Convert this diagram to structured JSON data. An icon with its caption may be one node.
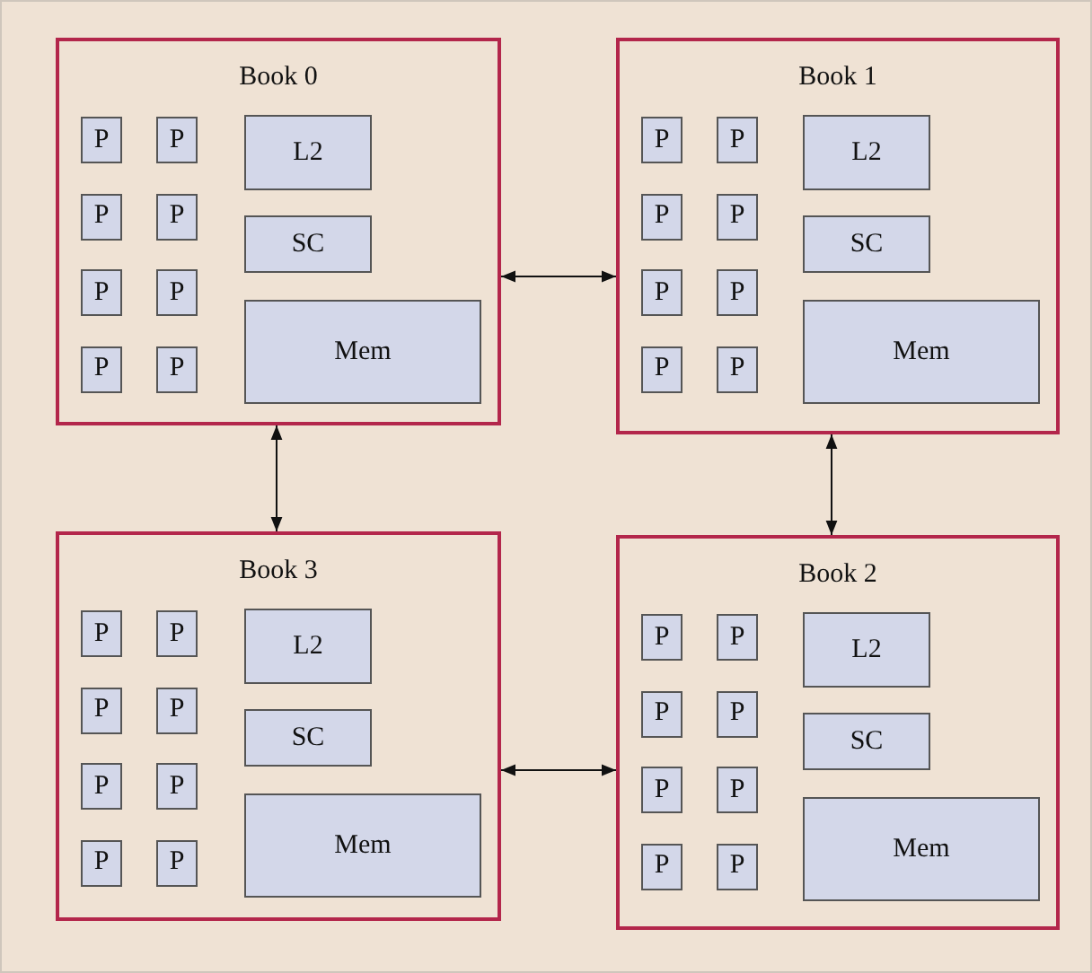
{
  "diagram": {
    "nodes": [
      {
        "text": [
          "Book 0"
        ]
      },
      {
        "text": [
          "P"
        ],
        "in": 0
      },
      {
        "text": [
          "P"
        ],
        "in": 0
      },
      {
        "text": [
          "P"
        ],
        "in": 0
      },
      {
        "text": [
          "P"
        ],
        "in": 0
      },
      {
        "text": [
          "P"
        ],
        "in": 0
      },
      {
        "text": [
          "P"
        ],
        "in": 0
      },
      {
        "text": [
          "P"
        ],
        "in": 0
      },
      {
        "text": [
          "P"
        ],
        "in": 0
      },
      {
        "text": [
          "L2"
        ],
        "in": 0
      },
      {
        "text": [
          "SC"
        ],
        "in": 0
      },
      {
        "text": [
          "Mem"
        ],
        "in": 0
      },
      {
        "text": [
          "Book 1"
        ]
      },
      {
        "text": [
          "P"
        ],
        "in": 12
      },
      {
        "text": [
          "P"
        ],
        "in": 12
      },
      {
        "text": [
          "P"
        ],
        "in": 12
      },
      {
        "text": [
          "P"
        ],
        "in": 12
      },
      {
        "text": [
          "P"
        ],
        "in": 12
      },
      {
        "text": [
          "P"
        ],
        "in": 12
      },
      {
        "text": [
          "P"
        ],
        "in": 12
      },
      {
        "text": [
          "P"
        ],
        "in": 12
      },
      {
        "text": [
          "L2"
        ],
        "in": 12
      },
      {
        "text": [
          "SC"
        ],
        "in": 12
      },
      {
        "text": [
          "Mem"
        ],
        "in": 12
      },
      {
        "text": [
          "Book 3"
        ]
      },
      {
        "text": [
          "P"
        ],
        "in": 24
      },
      {
        "text": [
          "P"
        ],
        "in": 24
      },
      {
        "text": [
          "P"
        ],
        "in": 24
      },
      {
        "text": [
          "P"
        ],
        "in": 24
      },
      {
        "text": [
          "P"
        ],
        "in": 24
      },
      {
        "text": [
          "P"
        ],
        "in": 24
      },
      {
        "text": [
          "P"
        ],
        "in": 24
      },
      {
        "text": [
          "P"
        ],
        "in": 24
      },
      {
        "text": [
          "L2"
        ],
        "in": 24
      },
      {
        "text": [
          "SC"
        ],
        "in": 24
      },
      {
        "text": [
          "Mem"
        ],
        "in": 24
      },
      {
        "text": [
          "Book 2"
        ]
      },
      {
        "text": [
          "P"
        ],
        "in": 36
      },
      {
        "text": [
          "P"
        ],
        "in": 36
      },
      {
        "text": [
          "P"
        ],
        "in": 36
      },
      {
        "text": [
          "P"
        ],
        "in": 36
      },
      {
        "text": [
          "P"
        ],
        "in": 36
      },
      {
        "text": [
          "P"
        ],
        "in": 36
      },
      {
        "text": [
          "P"
        ],
        "in": 36
      },
      {
        "text": [
          "P"
        ],
        "in": 36
      },
      {
        "text": [
          "L2"
        ],
        "in": 36
      },
      {
        "text": [
          "SC"
        ],
        "in": 36
      },
      {
        "text": [
          "Mem"
        ],
        "in": 36
      }
    ],
    "edges": [
      {
        "from": 0,
        "to": 12,
        "arrow": "both"
      },
      {
        "from": 0,
        "to": 24,
        "arrow": "both"
      },
      {
        "from": 12,
        "to": 36,
        "arrow": "both"
      },
      {
        "from": 24,
        "to": 36,
        "arrow": "both"
      }
    ]
  }
}
